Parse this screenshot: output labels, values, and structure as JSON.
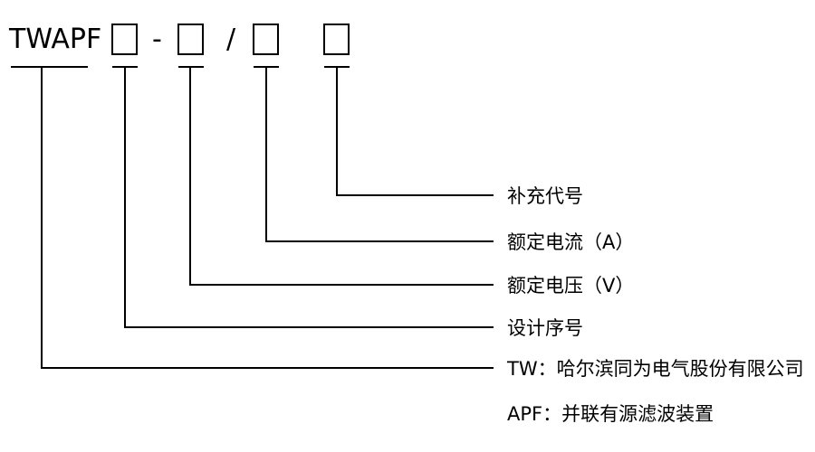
{
  "model_code": {
    "prefix": "TWAPF",
    "separator_dash": "-",
    "separator_slash": "/"
  },
  "legend": {
    "supplementary_code": "补充代号",
    "rated_current": "额定电流（A）",
    "rated_voltage": "额定电压（V）",
    "design_serial": "设计序号",
    "tw_meaning": "TW：哈尔滨同为电气股份有限公司",
    "apf_meaning": "APF：并联有源滤波装置"
  },
  "colors": {
    "line": "#000000",
    "background": "#ffffff"
  }
}
